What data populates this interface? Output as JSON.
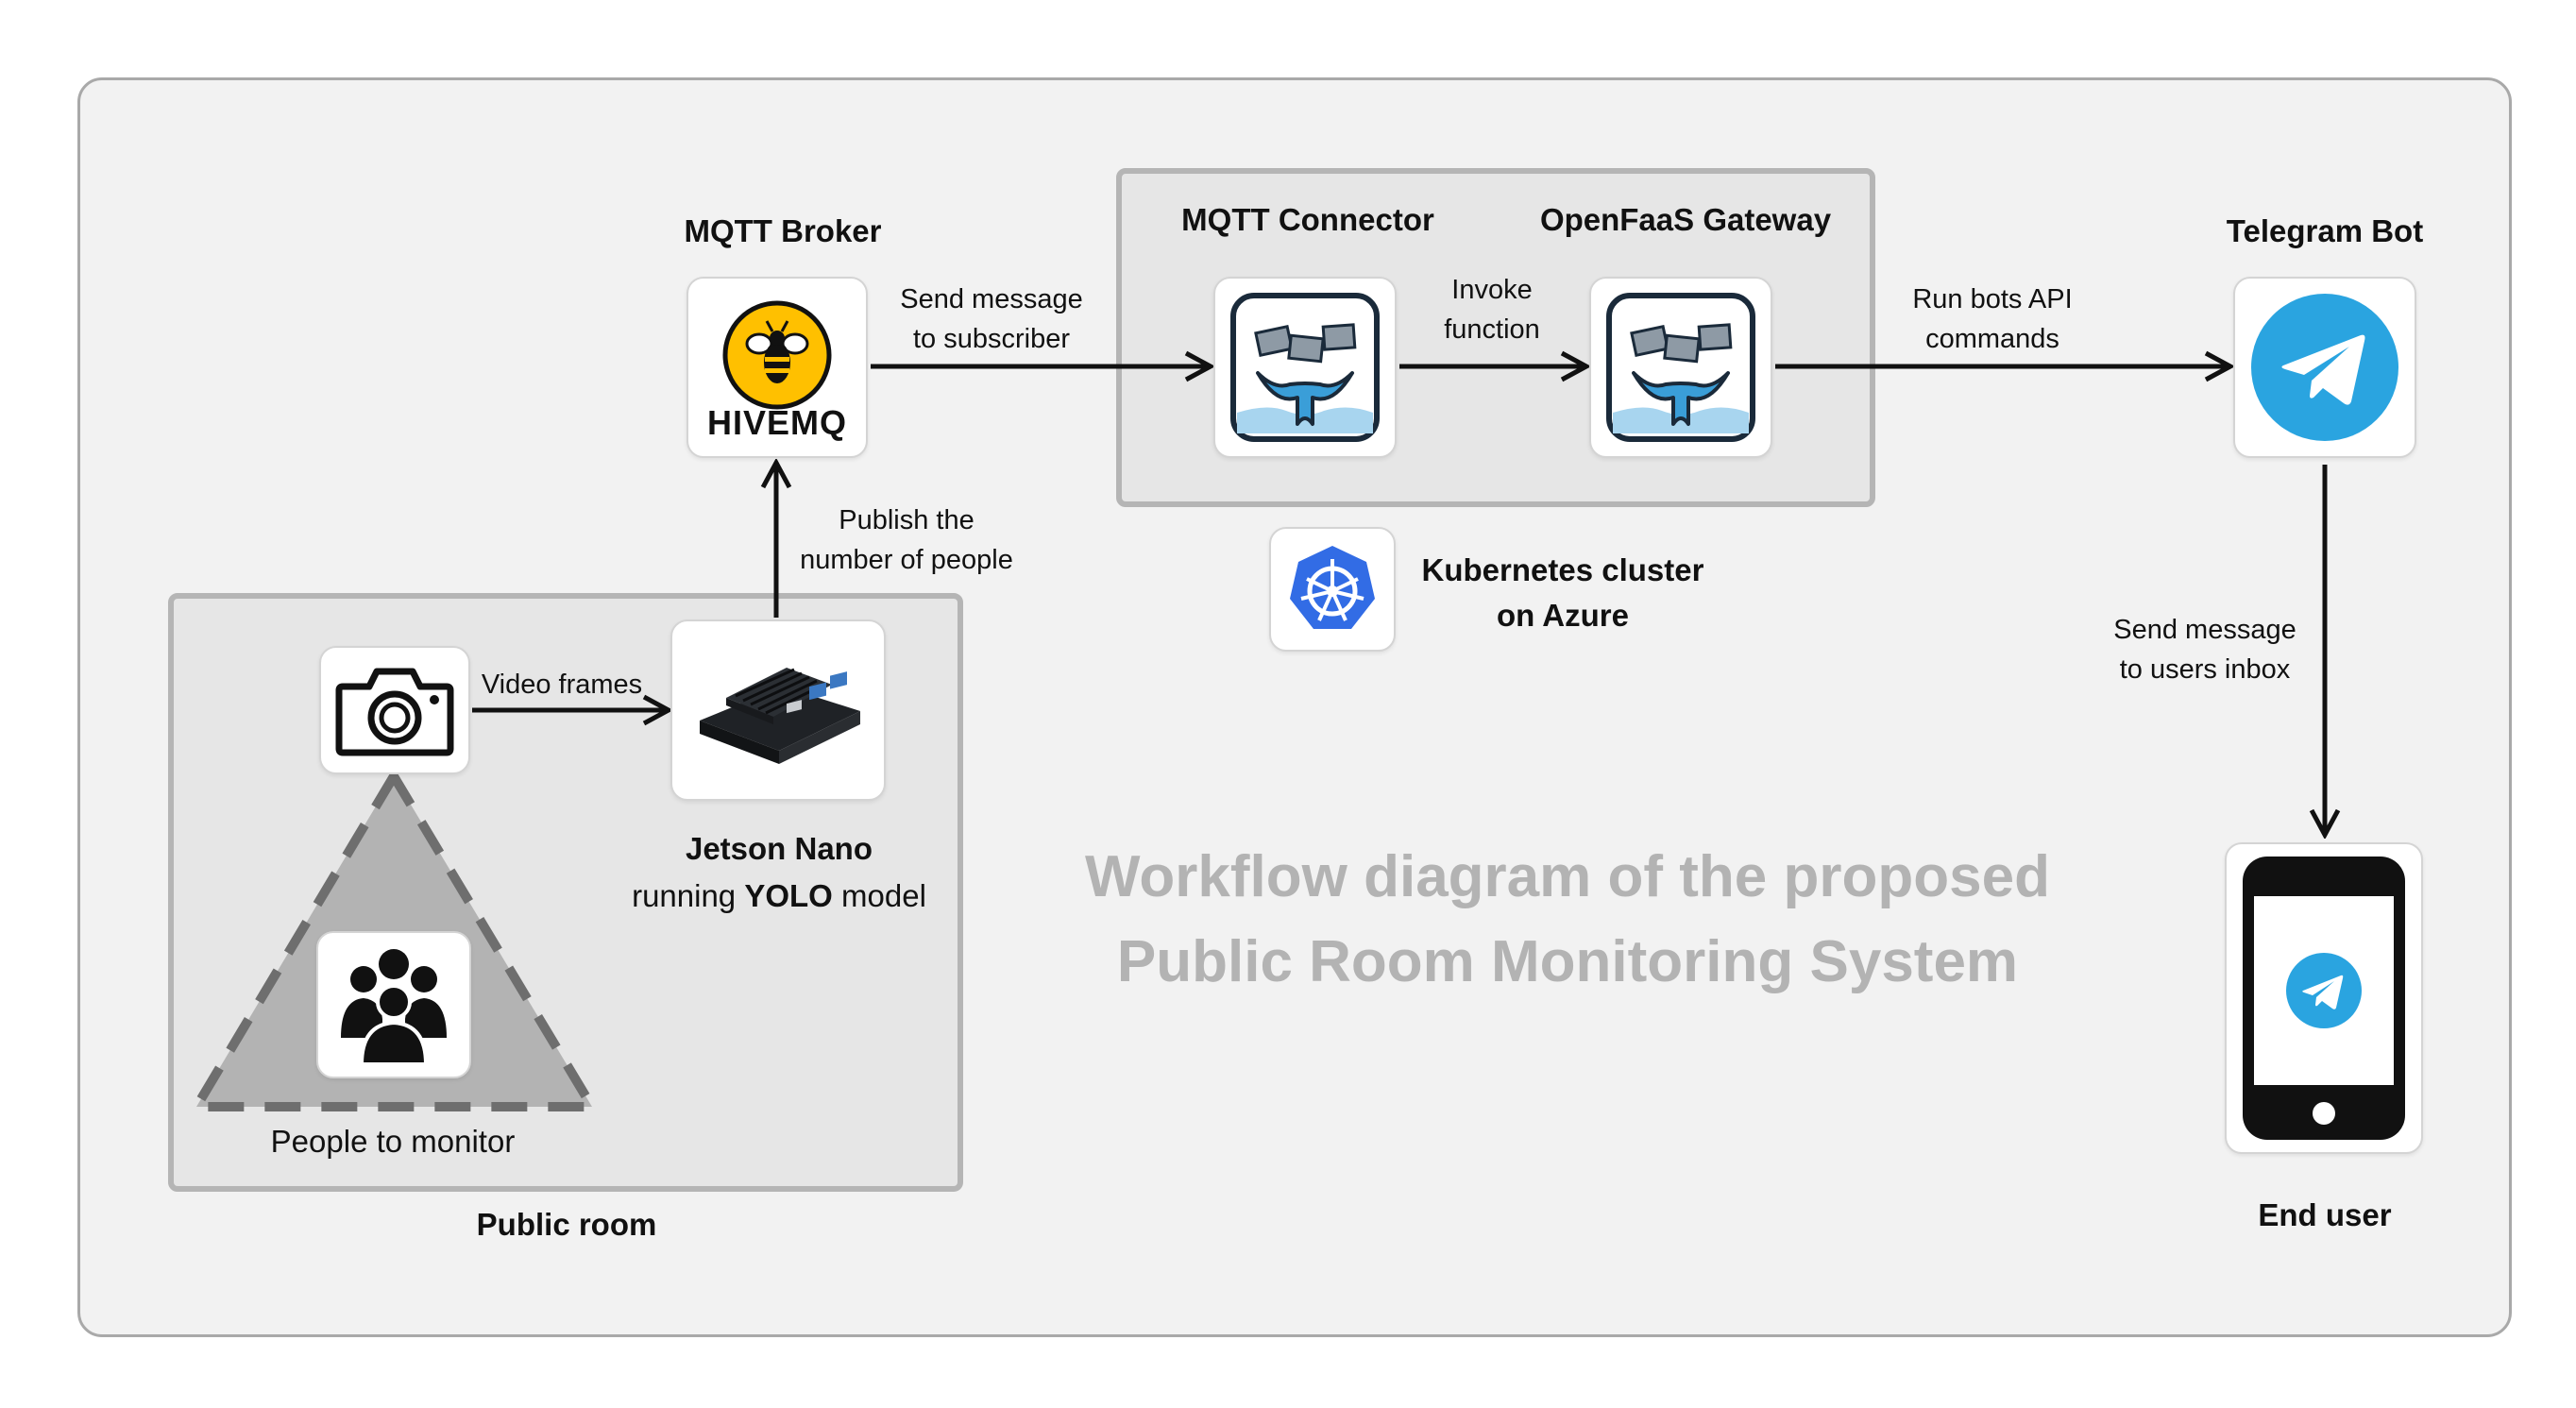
{
  "title": {
    "line1": "Workflow diagram of the proposed",
    "line2": "Public Room Monitoring System"
  },
  "nodes": {
    "mqtt_broker": {
      "label": "MQTT Broker",
      "logo_text": "HIVEMQ"
    },
    "mqtt_connector": {
      "label": "MQTT Connector"
    },
    "openfaas_gateway": {
      "label": "OpenFaaS Gateway"
    },
    "telegram_bot": {
      "label": "Telegram Bot"
    },
    "kubernetes": {
      "line1": "Kubernetes cluster",
      "line2": "on Azure"
    },
    "jetson": {
      "line1": "Jetson Nano",
      "line2_pre": "running ",
      "line2_bold": "YOLO",
      "line2_post": " model"
    },
    "people": {
      "label": "People to monitor"
    },
    "public_room": {
      "label": "Public room"
    },
    "end_user": {
      "label": "End user"
    }
  },
  "edges": {
    "send_to_subscriber": {
      "line1": "Send message",
      "line2": "to subscriber"
    },
    "invoke_function": {
      "line1": "Invoke",
      "line2": "function"
    },
    "run_bots_api": {
      "line1": "Run bots API",
      "line2": "commands"
    },
    "publish_people": {
      "line1": "Publish the",
      "line2": "number of people"
    },
    "video_frames": {
      "label": "Video frames"
    },
    "send_to_inbox": {
      "line1": "Send message",
      "line2": "to users inbox"
    }
  },
  "colors": {
    "outer_bg": "#f2f2f2",
    "panel_bg": "#e6e6e6",
    "panel_border": "#b5b5b5",
    "title_gray": "#b3b3b3",
    "hivemq_yellow": "#ffc000",
    "telegram_blue": "#2aa4e0",
    "kubernetes_blue": "#326ce5",
    "openfaas_blue": "#3a9ed8"
  },
  "icons": [
    "hivemq-bee-icon",
    "openfaas-whale-icon",
    "telegram-icon",
    "kubernetes-icon",
    "camera-icon",
    "jetson-board-icon",
    "people-group-icon",
    "smartphone-icon"
  ]
}
